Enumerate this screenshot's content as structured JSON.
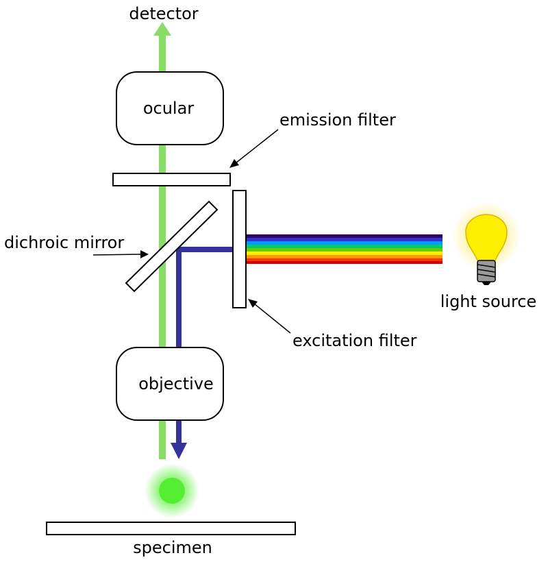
{
  "labels": {
    "detector": "detector",
    "ocular": "ocular",
    "emission_filter": "emission filter",
    "dichroic_mirror": "dichroic mirror",
    "light_source": "light source",
    "excitation_filter": "excitation filter",
    "objective": "objective",
    "specimen": "specimen"
  },
  "colors": {
    "emission_light": "#88dd66",
    "excitation_light": "#333399",
    "specimen_glow": "#55ee33",
    "bulb_glass": "#ffee00",
    "bulb_glow": "#ffee88",
    "stroke": "#000000",
    "spectrum": [
      "#330066",
      "#3333cc",
      "#0099ff",
      "#00cc66",
      "#66cc00",
      "#ffee00",
      "#ff9900",
      "#ff3300",
      "#cc0000"
    ]
  },
  "icons": {
    "bulb": "light-bulb-icon"
  }
}
